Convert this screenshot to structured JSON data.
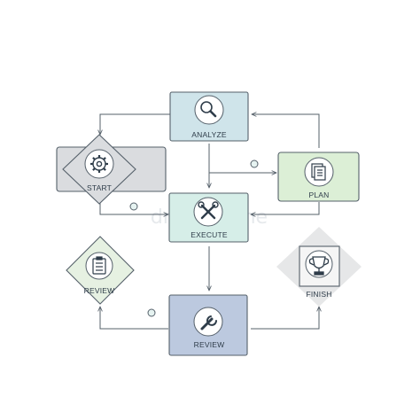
{
  "colors": {
    "line": "#55606a",
    "analyze_fill": "#cfe4ea",
    "plan_fill": "#dcefd6",
    "execute_fill": "#d6eee8",
    "review_main_fill": "#bcc9df",
    "start_fill": "#dadcdf",
    "review_small_fill": "#e6f1e2",
    "finish_fill": "#e6e7e8"
  },
  "nodes": {
    "analyze": {
      "label": "ANALYZE",
      "icon": "magnifier-icon"
    },
    "plan": {
      "label": "PLAN",
      "icon": "document-icon"
    },
    "start": {
      "label": "START",
      "icon": "gear-icon"
    },
    "execute": {
      "label": "EXECUTE",
      "icon": "tools-icon"
    },
    "review_small": {
      "label": "REVIEW",
      "icon": "clipboard-icon"
    },
    "finish": {
      "label": "FINISH",
      "icon": "trophy-icon"
    },
    "review_main": {
      "label": "REVIEW",
      "icon": "wrench-icon"
    }
  },
  "watermark": "dreamstime"
}
